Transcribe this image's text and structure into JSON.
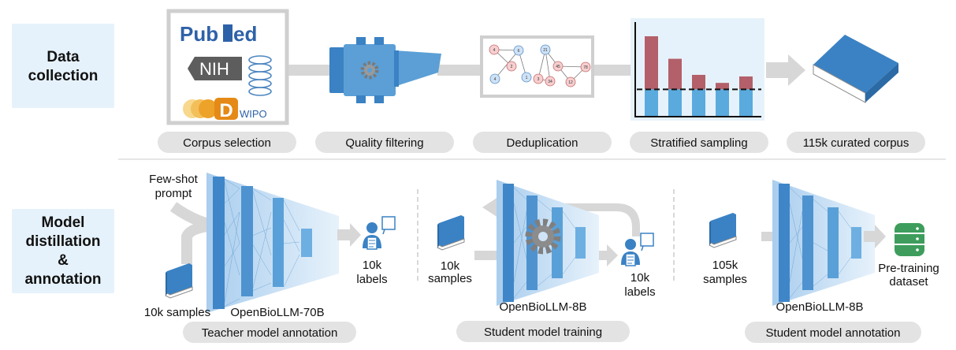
{
  "sections": {
    "data_collection": {
      "title_lines": [
        "Data",
        "collection"
      ]
    },
    "model_distillation": {
      "title_lines": [
        "Model",
        "distillation",
        "&",
        "annotation"
      ]
    }
  },
  "steps": [
    "Corpus selection",
    "Quality filtering",
    "Deduplication",
    "Stratified sampling",
    "115k curated corpus"
  ],
  "logos": {
    "pubmed_left": "Pub",
    "pubmed_right": "ed",
    "nih": "NIH",
    "wipo_letter": "D",
    "wipo": "WIPO"
  },
  "graph_nodes": [
    "4",
    "6",
    "21",
    "2",
    "1",
    "4",
    "34",
    "45",
    "78",
    "3",
    "12"
  ],
  "sampling_bars": [
    {
      "total": 1.0,
      "base": 0.34
    },
    {
      "total": 0.72,
      "base": 0.34
    },
    {
      "total": 0.52,
      "base": 0.34
    },
    {
      "total": 0.42,
      "base": 0.34
    },
    {
      "total": 0.5,
      "base": 0.34
    }
  ],
  "teacher": {
    "prompt_lines": [
      "Few-shot",
      "prompt"
    ],
    "samples": "10k samples",
    "model": "OpenBioLLM-70B",
    "labels_lines": [
      "10k",
      "labels"
    ],
    "stage": "Teacher model annotation"
  },
  "student_training": {
    "samples_lines": [
      "10k",
      "samples"
    ],
    "model": "OpenBioLLM-8B",
    "labels_lines": [
      "10k",
      "labels"
    ],
    "stage": "Student model training"
  },
  "student_annotation": {
    "samples_lines": [
      "105k",
      "samples"
    ],
    "model": "OpenBioLLM-8B",
    "output_lines": [
      "Pre-training",
      "dataset"
    ],
    "stage": "Student model annotation"
  },
  "colors": {
    "section_bg": "#e6f2fb",
    "pill_bg": "#e3e3e3",
    "arrow": "#d7d7d7",
    "blue_dark": "#3a82c4",
    "blue_mid": "#5aa2d8",
    "blue_light": "#cfe4f5",
    "bar_red": "#b3606a",
    "bar_blue": "#5aaade",
    "green": "#3e9d5c"
  }
}
